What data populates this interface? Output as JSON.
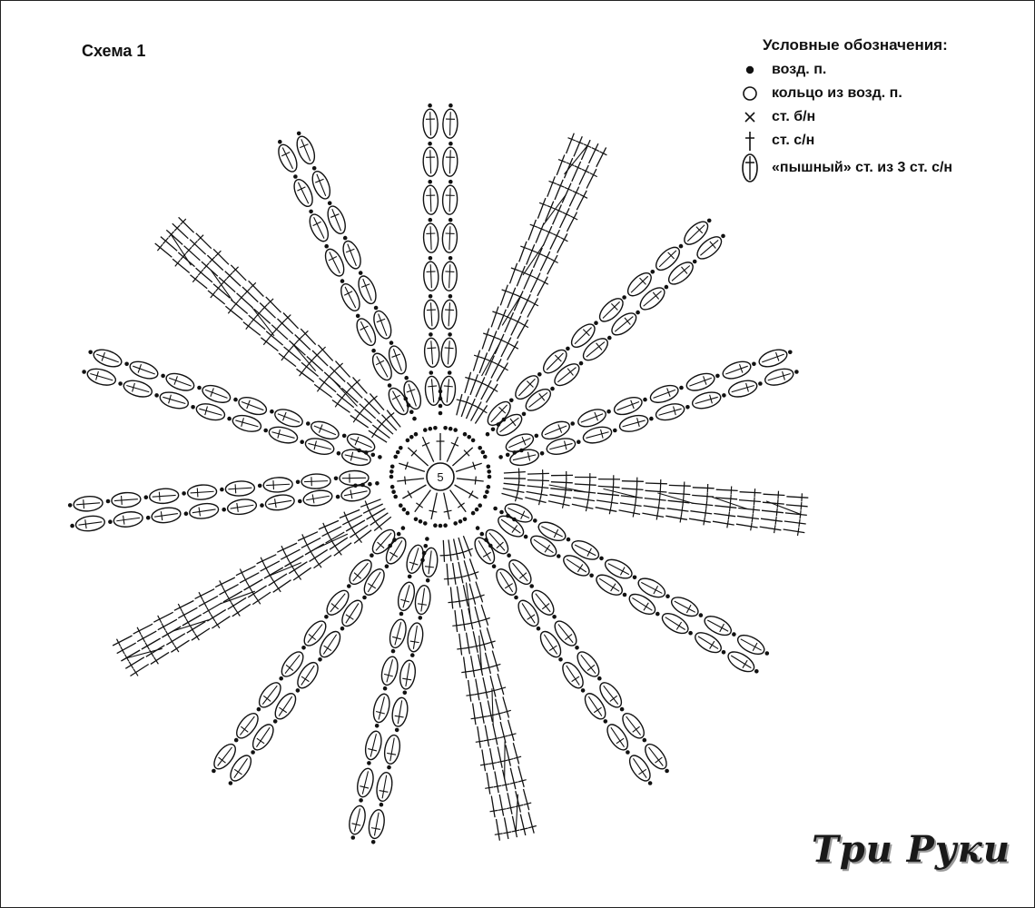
{
  "schema": {
    "title": "Схема 1",
    "center_label": "5",
    "radial_repeats": 15
  },
  "legend": {
    "title": "Условные обозначения:",
    "items": [
      {
        "symbol": "chain-dot",
        "label": "возд. п."
      },
      {
        "symbol": "ring-circle",
        "label": "кольцо из возд. п."
      },
      {
        "symbol": "cross",
        "label": "ст. б/н"
      },
      {
        "symbol": "dc-stitch",
        "label": "ст. с/н"
      },
      {
        "symbol": "puff-stitch",
        "label": "«пышный» ст. из 3 ст. с/н"
      }
    ]
  },
  "watermark": {
    "text": "Три Руки"
  },
  "colors": {
    "ink": "#111111",
    "background": "#ffffff"
  }
}
